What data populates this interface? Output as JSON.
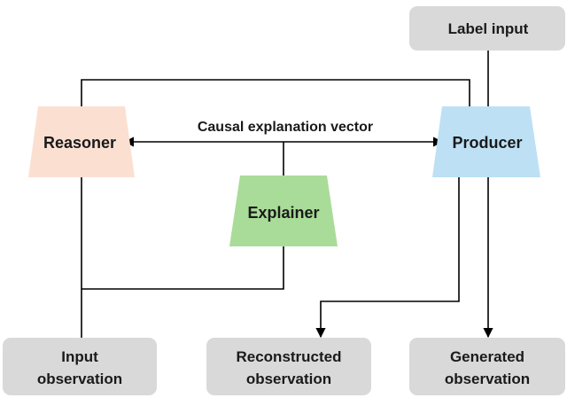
{
  "diagram": {
    "modules": {
      "reasoner": {
        "label": "Reasoner",
        "color": "#fbe0d2"
      },
      "producer": {
        "label": "Producer",
        "color": "#bde0f5"
      },
      "explainer": {
        "label": "Explainer",
        "color": "#a9dc98"
      }
    },
    "boxes": {
      "label_input": {
        "line1": "Label input",
        "line2": ""
      },
      "input_observation": {
        "line1": "Input",
        "line2": "observation"
      },
      "reconstructed_observation": {
        "line1": "Reconstructed",
        "line2": "observation"
      },
      "generated_observation": {
        "line1": "Generated",
        "line2": "observation"
      }
    },
    "box_color": "#d9d9d9",
    "edge_color": "#000000",
    "arrow_label": "Causal explanation vector"
  }
}
